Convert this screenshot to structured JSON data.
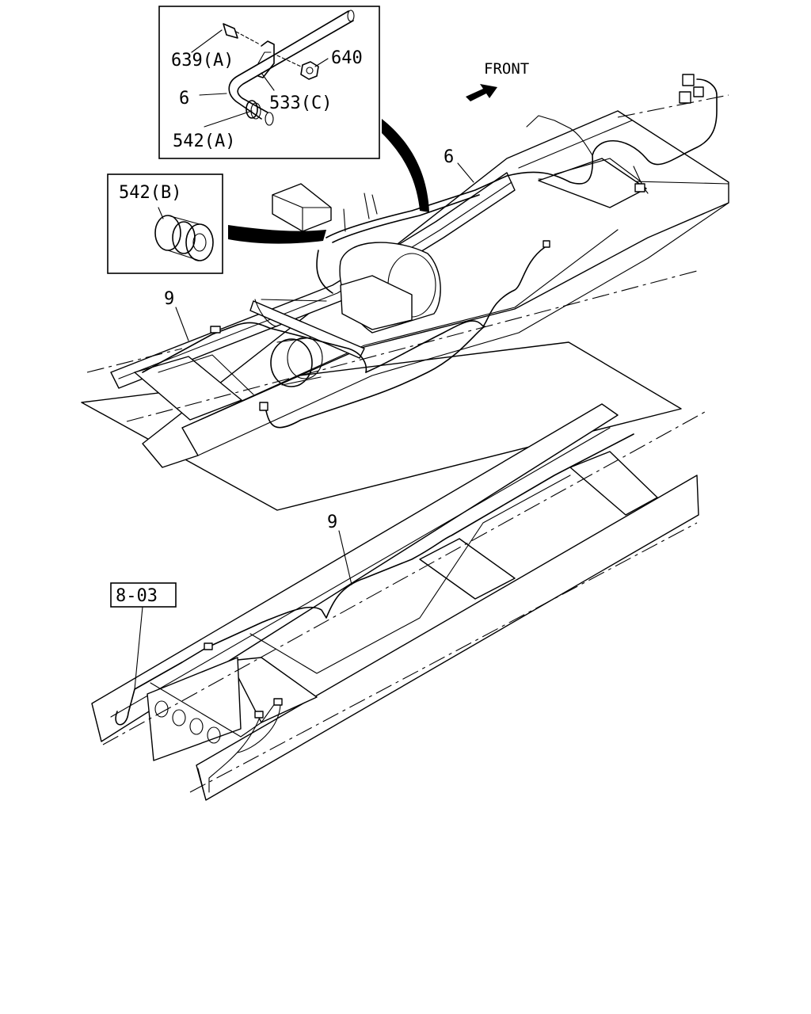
{
  "callouts": {
    "front": "FRONT",
    "p639a": "639(A)",
    "p640": "640",
    "p6_inset": "6",
    "p533c": "533(C)",
    "p542a": "542(A)",
    "p542b": "542(B)",
    "p6_main": "6",
    "p9_upper": "9",
    "p9_lower": "9",
    "ref803": "8-03"
  }
}
